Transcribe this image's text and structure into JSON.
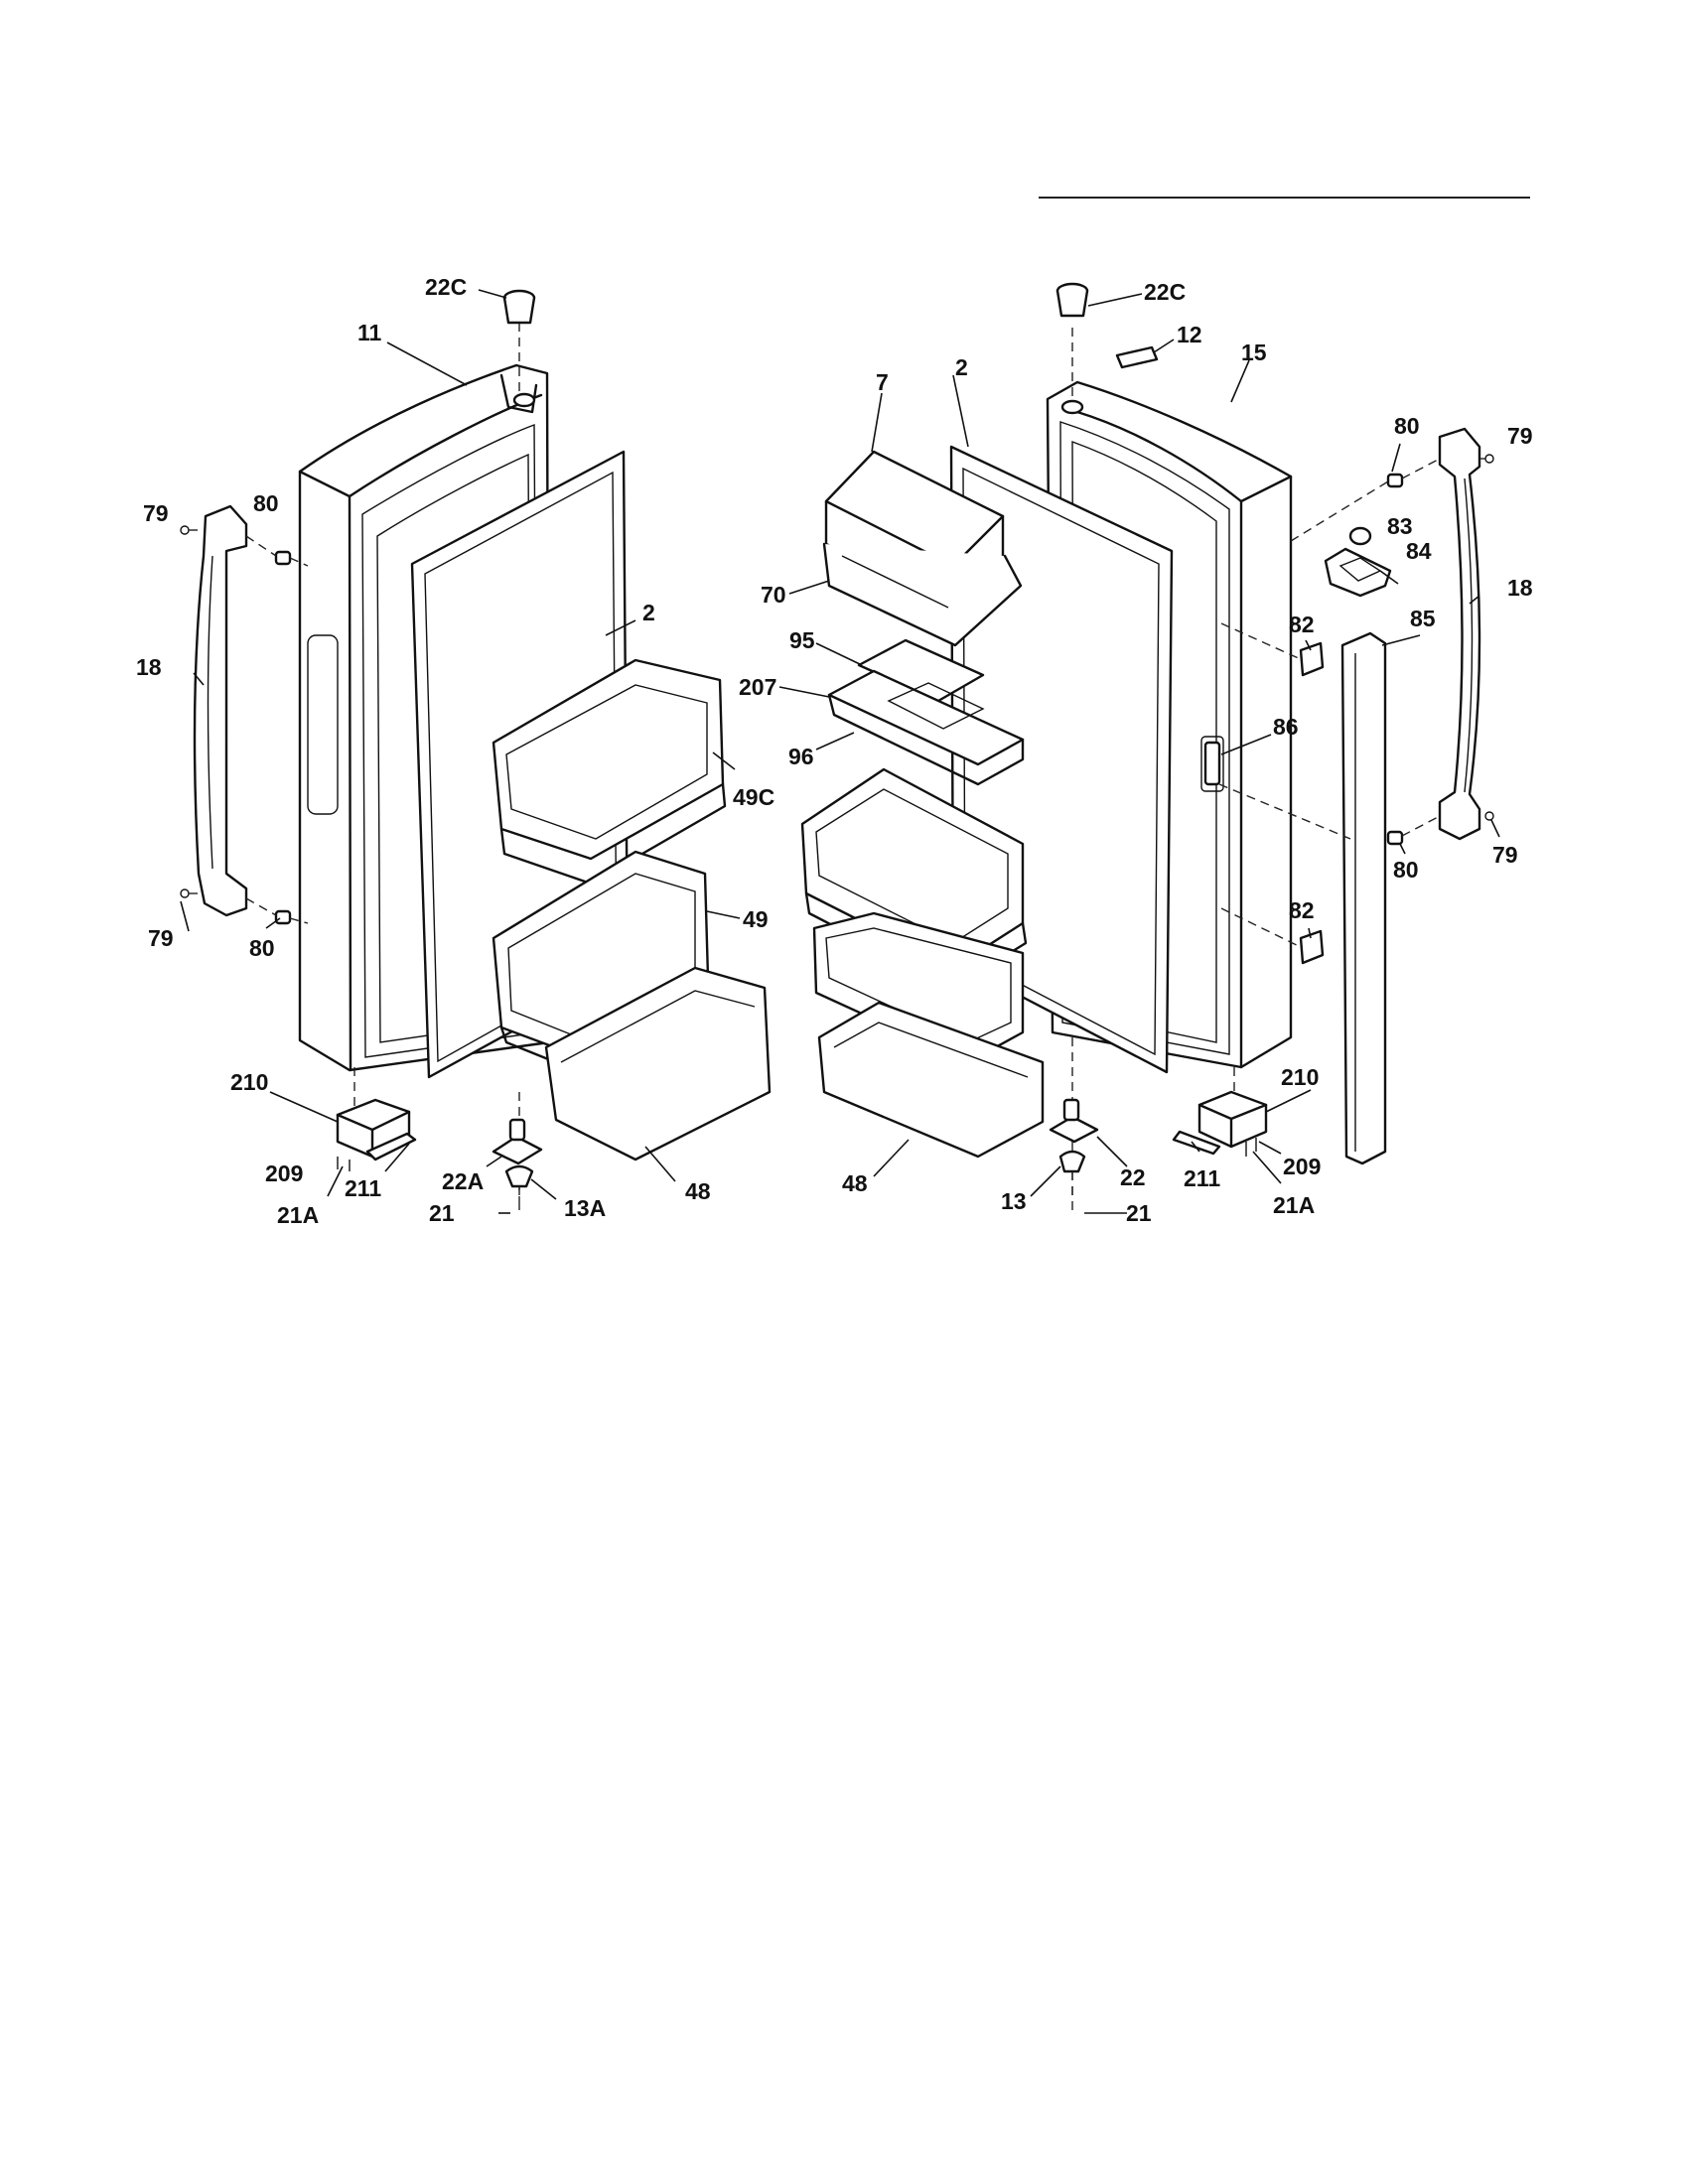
{
  "labels": [
    {
      "id": "22C-left",
      "text": "22C"
    },
    {
      "id": "11",
      "text": "11"
    },
    {
      "id": "79-left-top",
      "text": "79"
    },
    {
      "id": "80-left-top",
      "text": "80"
    },
    {
      "id": "18-left",
      "text": "18"
    },
    {
      "id": "2-left",
      "text": "2"
    },
    {
      "id": "49C",
      "text": "49C"
    },
    {
      "id": "49",
      "text": "49"
    },
    {
      "id": "79-left-bottom",
      "text": "79"
    },
    {
      "id": "80-left-bottom",
      "text": "80"
    },
    {
      "id": "210-left",
      "text": "210"
    },
    {
      "id": "209-left",
      "text": "209"
    },
    {
      "id": "211-left",
      "text": "211"
    },
    {
      "id": "21A-left",
      "text": "21A"
    },
    {
      "id": "22A",
      "text": "22A"
    },
    {
      "id": "21-left",
      "text": "21"
    },
    {
      "id": "13A",
      "text": "13A"
    },
    {
      "id": "48-left",
      "text": "48"
    },
    {
      "id": "22C-right",
      "text": "22C"
    },
    {
      "id": "12",
      "text": "12"
    },
    {
      "id": "15",
      "text": "15"
    },
    {
      "id": "7",
      "text": "7"
    },
    {
      "id": "2-right",
      "text": "2"
    },
    {
      "id": "70",
      "text": "70"
    },
    {
      "id": "95",
      "text": "95"
    },
    {
      "id": "207",
      "text": "207"
    },
    {
      "id": "96",
      "text": "96"
    },
    {
      "id": "80-right-top",
      "text": "80"
    },
    {
      "id": "79-right-top",
      "text": "79"
    },
    {
      "id": "83",
      "text": "83"
    },
    {
      "id": "84",
      "text": "84"
    },
    {
      "id": "18-right",
      "text": "18"
    },
    {
      "id": "82-top",
      "text": "82"
    },
    {
      "id": "85",
      "text": "85"
    },
    {
      "id": "86",
      "text": "86"
    },
    {
      "id": "80-right-bottom",
      "text": "80"
    },
    {
      "id": "79-right-bottom",
      "text": "79"
    },
    {
      "id": "82-bottom",
      "text": "82"
    },
    {
      "id": "210-right",
      "text": "210"
    },
    {
      "id": "209-right",
      "text": "209"
    },
    {
      "id": "211-right",
      "text": "211"
    },
    {
      "id": "21A-right",
      "text": "21A"
    },
    {
      "id": "22",
      "text": "22"
    },
    {
      "id": "13",
      "text": "13"
    },
    {
      "id": "21-right",
      "text": "21"
    },
    {
      "id": "48-right",
      "text": "48"
    }
  ]
}
